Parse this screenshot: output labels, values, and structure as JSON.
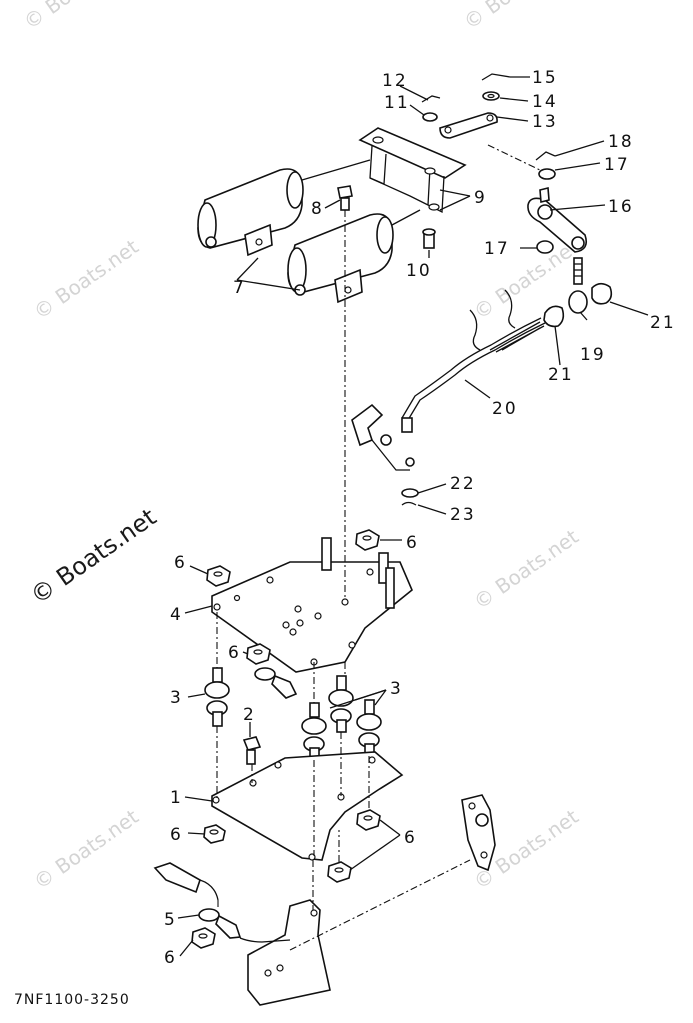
{
  "diagram": {
    "code": "7NF1100-3250",
    "watermark": {
      "short": "© Boats.net",
      "large": "© Boats.net"
    },
    "callouts": {
      "c1": "1",
      "c2": "2",
      "c3a": "3",
      "c3b": "3",
      "c4": "4",
      "c5": "5",
      "c6a": "6",
      "c6b": "6",
      "c6c": "6",
      "c6d": "6",
      "c6e": "6",
      "c6f": "6",
      "c7": "7",
      "c8": "8",
      "c9": "9",
      "c10": "10",
      "c11": "11",
      "c12": "12",
      "c13": "13",
      "c14": "14",
      "c15": "15",
      "c16": "16",
      "c17a": "17",
      "c17b": "17",
      "c18": "18",
      "c19": "19",
      "c20": "20",
      "c21a": "21",
      "c21b": "21",
      "c22": "22",
      "c23": "23"
    }
  }
}
